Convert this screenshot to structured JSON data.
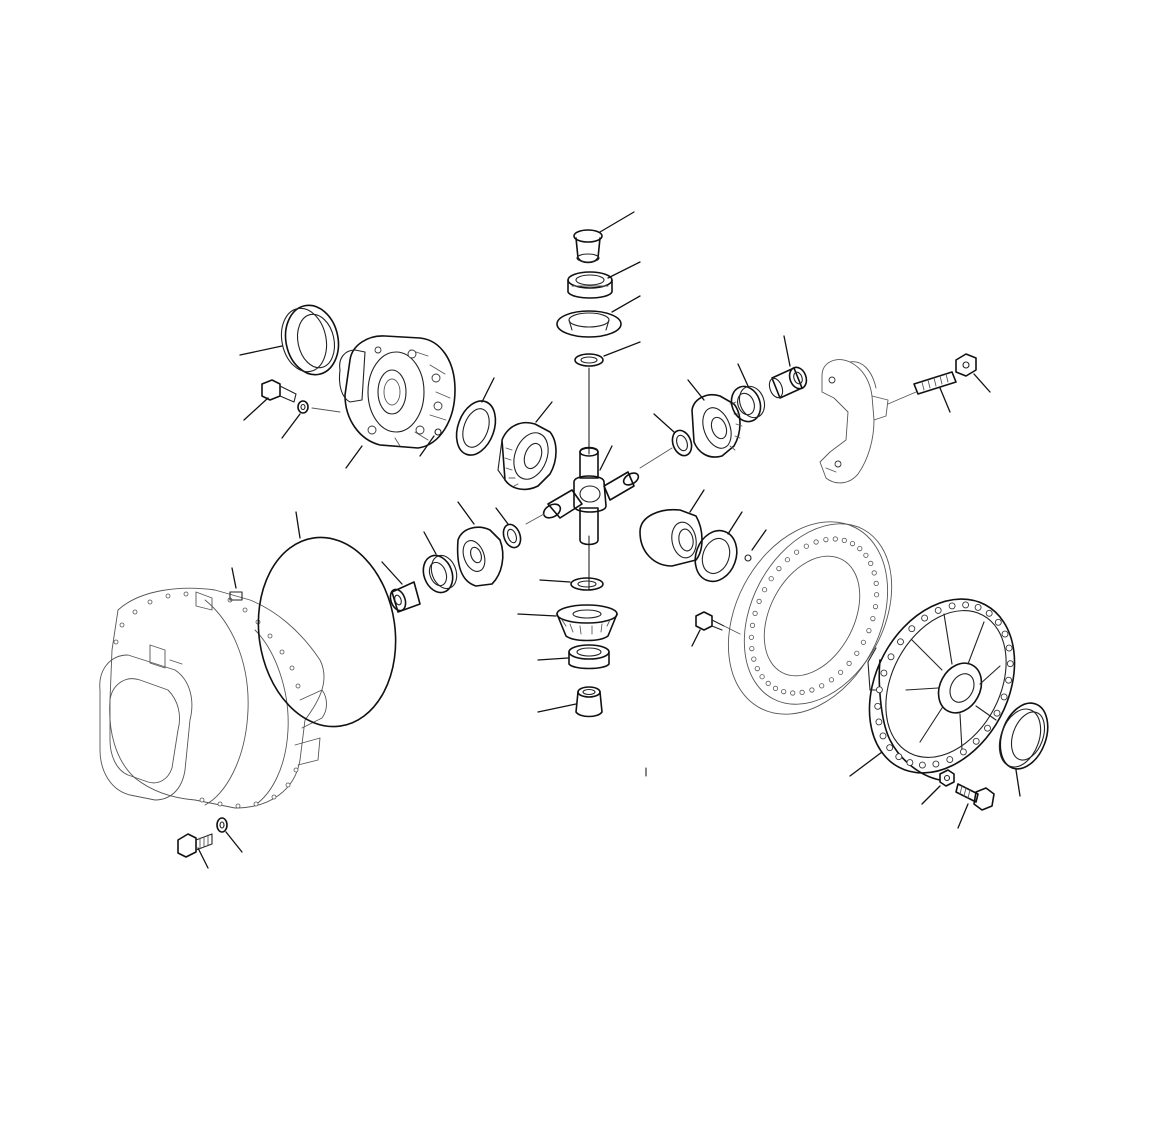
{
  "diagram": {
    "type": "exploded-parts-view",
    "background": "#ffffff",
    "line_color": "#111111",
    "parts": [
      "axle-housing",
      "housing-o-ring",
      "housing-bolt",
      "housing-washer",
      "housing-pin",
      "differential-case-left",
      "case-oil-seal-left",
      "case-bolt",
      "case-lock-washer",
      "case-pin",
      "thrust-washer-left",
      "side-gear-left",
      "spider-cross",
      "pinion-top-bushing",
      "pinion-top-bearing",
      "pinion-top-cage",
      "pinion-top-thrust-washer",
      "side-gear-right",
      "bearing-right",
      "bushing-right",
      "thrust-washer-right",
      "carrier-bracket",
      "bracket-stud",
      "bracket-nut",
      "bushing-left-lower",
      "bearing-left-lower",
      "cage-left-lower",
      "thrust-washer-left-lower",
      "pinion-bottom-thrust-washer",
      "pinion-bottom-gear",
      "pinion-bottom-bearing",
      "pinion-bottom-bushing",
      "cage-right-lower",
      "shim-right-lower",
      "small-pin-right",
      "brake-disc",
      "disc-bolt",
      "hub-flange",
      "hub-oil-seal",
      "hub-nut",
      "hub-bolt"
    ]
  }
}
